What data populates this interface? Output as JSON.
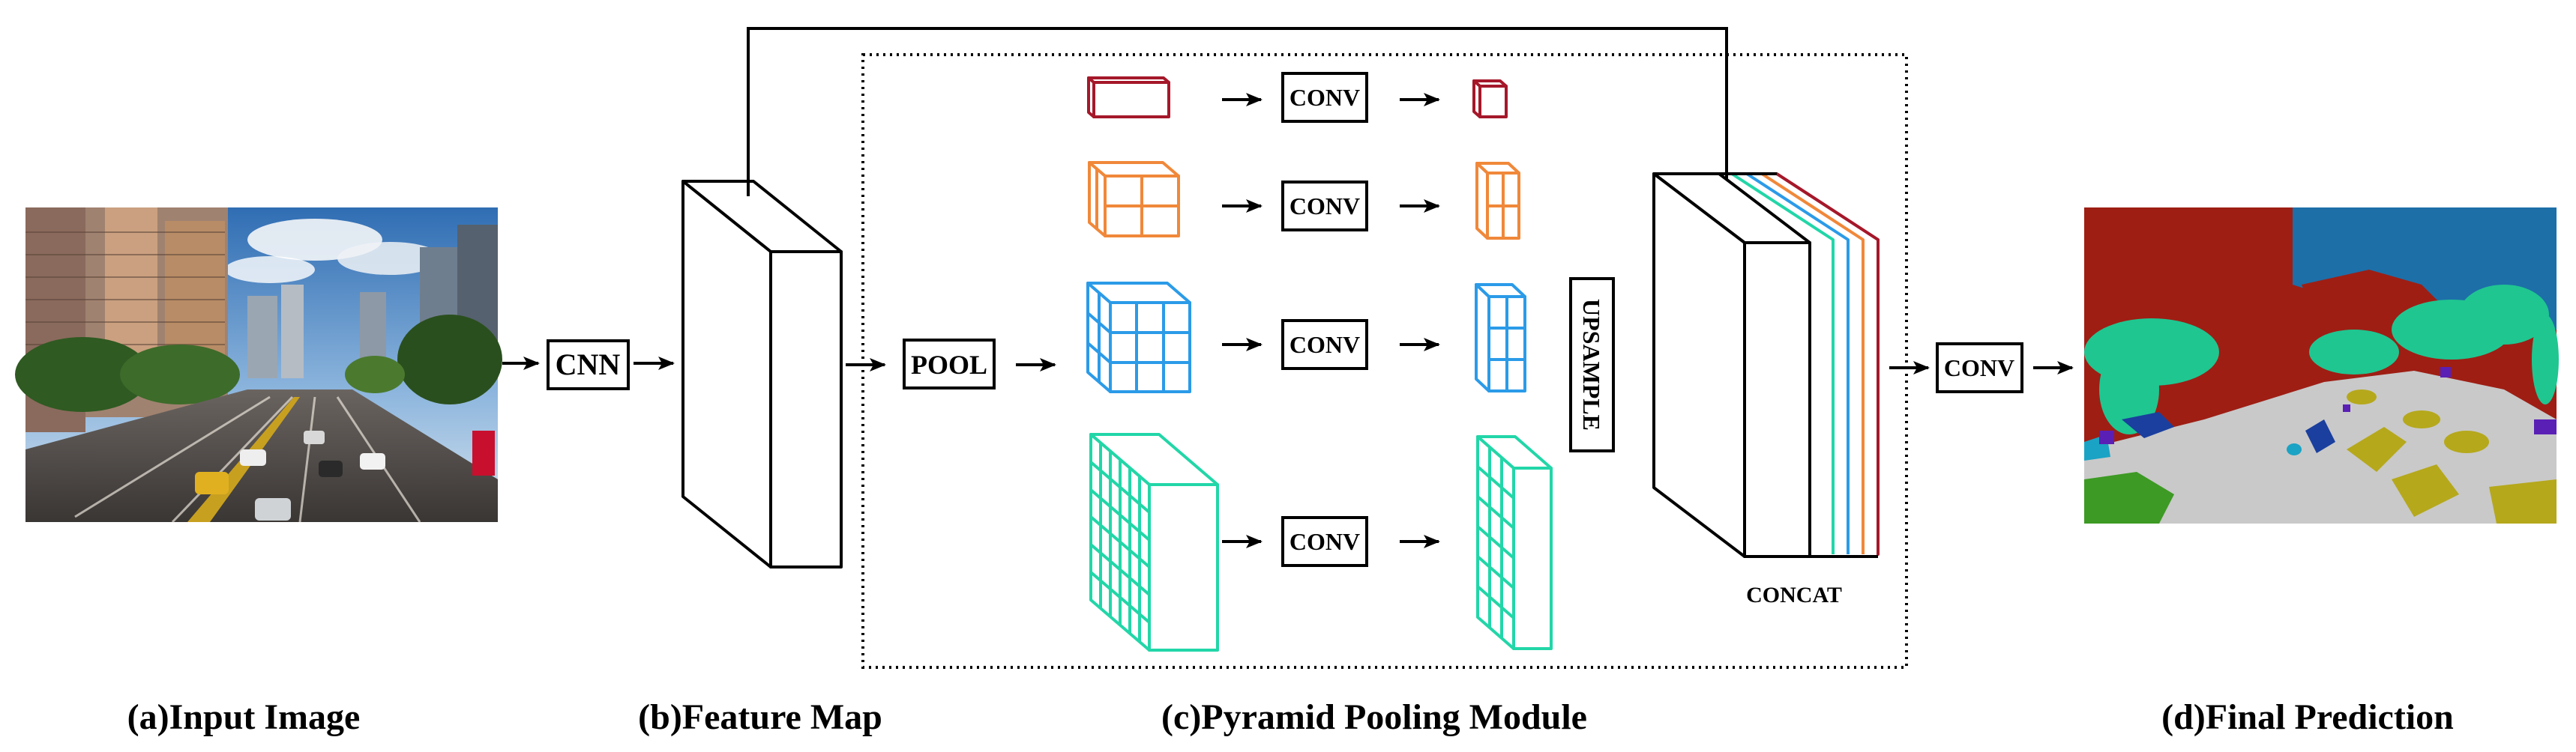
{
  "blocks": {
    "cnn": "CNN",
    "pool": "POOL",
    "conv": "CONV",
    "upsample": "UPSAMPLE",
    "concat": "CONCAT",
    "final_conv": "CONV"
  },
  "captions": {
    "input": "(a)Input Image",
    "feature": "(b)Feature Map",
    "ppm": "(c)Pyramid Pooling Module",
    "prediction": "(d)Final Prediction"
  },
  "colors": {
    "level1": "#a5182a",
    "level2": "#f0883a",
    "level3": "#2b9be8",
    "level4": "#22d6a8",
    "seg_red": "#9e1e14",
    "seg_blue": "#1d6fa8",
    "seg_road": "#c9c9c9",
    "seg_tree": "#1fc690",
    "seg_olive": "#b5a81b",
    "seg_green": "#3d9a24",
    "seg_purple": "#5a1fb5",
    "seg_cyan": "#1aa3c4",
    "seg_car": "#1a3f9e"
  },
  "icons": [
    "right-arrow-icon",
    "feature-cuboid-icon",
    "pyramid-cube-icon",
    "concat-stack-icon"
  ]
}
